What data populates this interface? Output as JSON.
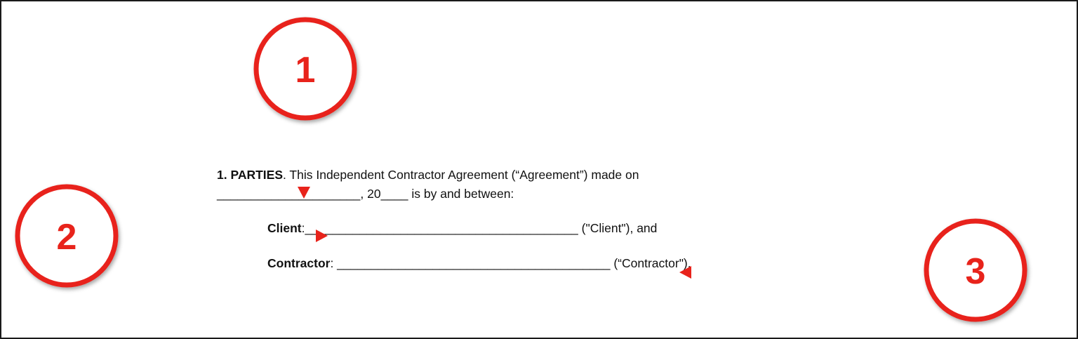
{
  "document": {
    "parties_heading": "1. PARTIES",
    "parties_text": ". This Independent Contractor Agreement (“Agreement”) made on",
    "date_line": "_____________________, 20____ is by and between:",
    "client_label": "Client",
    "client_blank": ":________________________________________ (\"Client\"), and",
    "contractor_label": "Contractor",
    "contractor_blank": ": ________________________________________ (“Contractor\")."
  },
  "callouts": [
    {
      "number": "1",
      "target": "date-blank"
    },
    {
      "number": "2",
      "target": "client-name-blank"
    },
    {
      "number": "3",
      "target": "contractor-name-blank"
    }
  ],
  "colors": {
    "callout_red": "#e8231b",
    "frame_border": "#1a1a1a",
    "text": "#111111"
  }
}
